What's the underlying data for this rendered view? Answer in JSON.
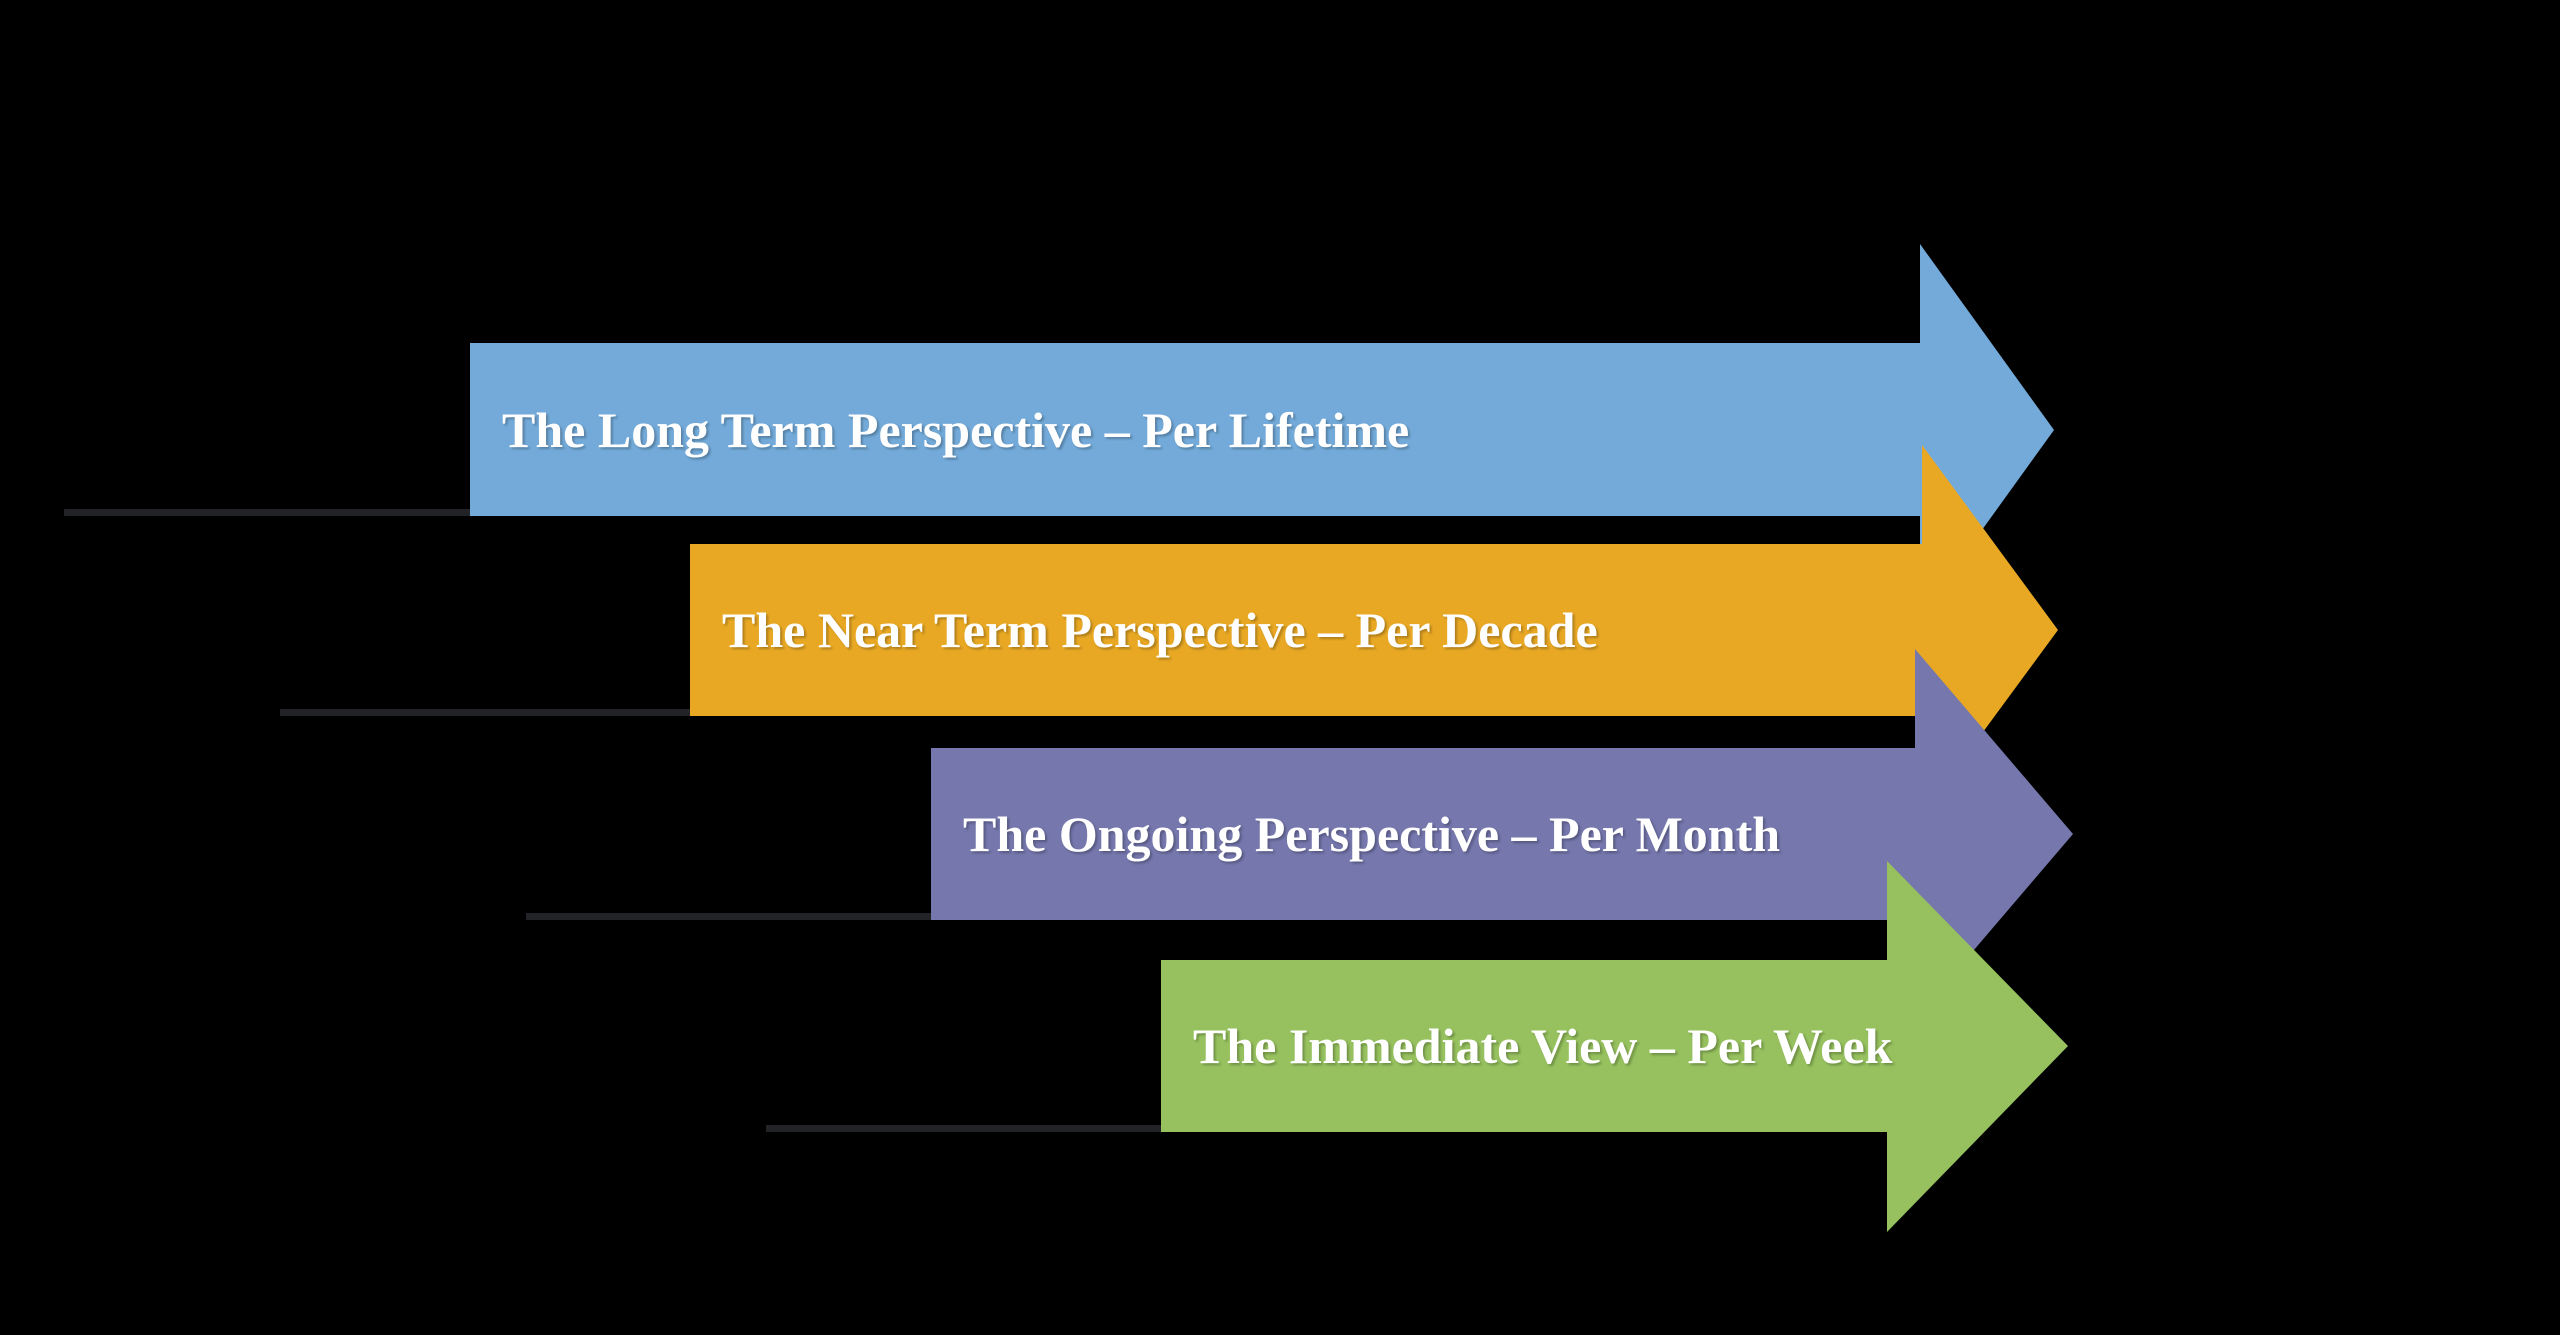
{
  "diagram": {
    "background": "#000000",
    "text_color": "#FFFFFF",
    "connector_color": "#212327",
    "arrows": [
      {
        "id": "long-term",
        "label": "The Long Term Perspective – Per Lifetime",
        "color": "#73AAD9"
      },
      {
        "id": "near-term",
        "label": "The Near Term Perspective – Per Decade",
        "color": "#E8A824"
      },
      {
        "id": "ongoing",
        "label": "The Ongoing Perspective – Per Month",
        "color": "#7577AD"
      },
      {
        "id": "immediate",
        "label": "The Immediate View – Per Week",
        "color": "#96C15E"
      }
    ]
  }
}
